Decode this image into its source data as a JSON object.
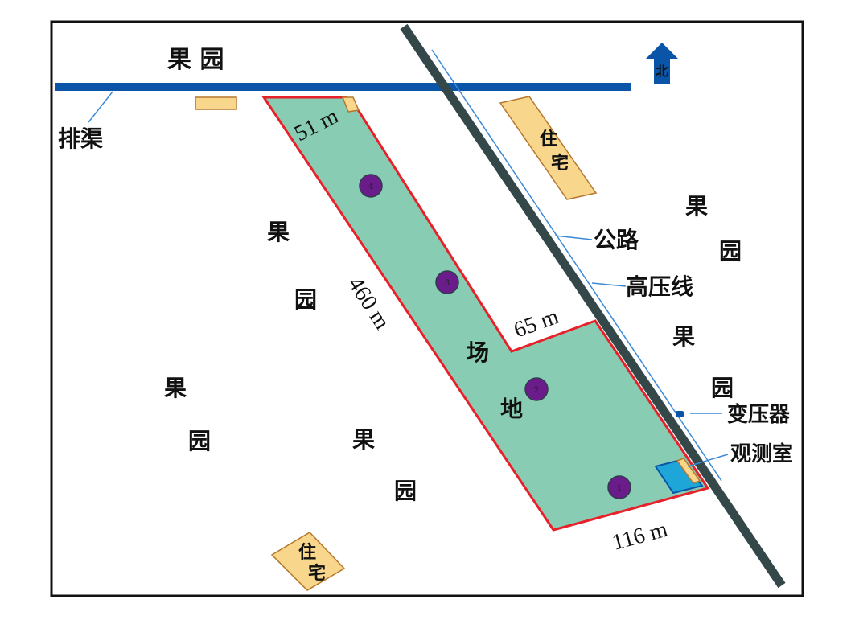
{
  "labels": {
    "orchard": "果 园",
    "orchard_char1": "果",
    "orchard_char2": "园",
    "drain": "排渠",
    "house": "住宅",
    "house_char1": "住",
    "house_char2": "宅",
    "road": "公路",
    "power_line": "高压线",
    "transformer": "变压器",
    "observatory": "观测室",
    "site_char1": "场",
    "site_char2": "地",
    "north": "北"
  },
  "dimensions": {
    "top": "51 m",
    "long": "460 m",
    "step": "65 m",
    "bottom": "116 m"
  },
  "markers": [
    "1",
    "2",
    "3",
    "4"
  ],
  "colors": {
    "site": "#88ccb4",
    "site_border": "#e8202a",
    "drain": "#0b55a8",
    "road": "#34484a",
    "power": "#3a8ad8",
    "house": "#f8d68c",
    "marker": "#6a1d8a",
    "observatory": "#1ea6d8"
  }
}
